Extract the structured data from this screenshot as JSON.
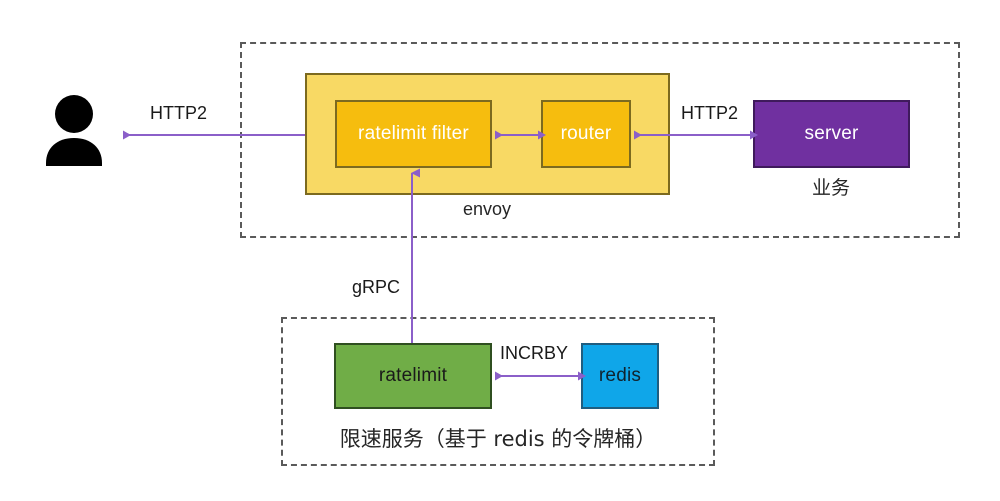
{
  "diagram": {
    "title_nodes": {
      "envoy_group_label": "envoy",
      "server_group_label": "业务",
      "ratelimit_group_label": "限速服务（基于 redis 的令牌桶）"
    },
    "nodes": [
      {
        "id": "user",
        "label": "",
        "icon": "user-person-icon",
        "color": "#000000"
      },
      {
        "id": "envoy",
        "label": "envoy",
        "color": "#F8D964"
      },
      {
        "id": "ratelimit-filter",
        "label": "ratelimit filter",
        "color": "#F6BD0E",
        "text_color": "#ffffff"
      },
      {
        "id": "router",
        "label": "router",
        "color": "#F6BD0E",
        "text_color": "#ffffff"
      },
      {
        "id": "server",
        "label": "server",
        "color": "#7030A0",
        "text_color": "#ffffff"
      },
      {
        "id": "ratelimit",
        "label": "ratelimit",
        "color": "#70AD47",
        "text_color": "#1a1a1a"
      },
      {
        "id": "redis",
        "label": "redis",
        "color": "#0FA6E9",
        "text_color": "#10232e"
      }
    ],
    "edges": [
      {
        "id": "user-envoy",
        "label": "HTTP2",
        "from": "envoy",
        "to": "user",
        "direction": "left",
        "color": "#8B5FC9"
      },
      {
        "id": "filter-router",
        "label": "",
        "from": "ratelimit-filter",
        "to": "router",
        "direction": "both",
        "color": "#8B5FC9"
      },
      {
        "id": "router-server",
        "label": "HTTP2",
        "from": "router",
        "to": "server",
        "direction": "both",
        "color": "#8B5FC9"
      },
      {
        "id": "ratelimit-filter-grpc",
        "label": "gRPC",
        "from": "ratelimit",
        "to": "ratelimit-filter",
        "direction": "up",
        "color": "#8B5FC9"
      },
      {
        "id": "ratelimit-redis",
        "label": "INCRBY",
        "from": "ratelimit",
        "to": "redis",
        "direction": "both",
        "color": "#8B5FC9"
      }
    ],
    "colors": {
      "arrow": "#8B5FC9",
      "dashed_border": "#5a5a5a",
      "envoy_outer": "#F8D964",
      "envoy_inner": "#F6BD0E",
      "server": "#7030A0",
      "ratelimit": "#70AD47",
      "redis": "#0FA6E9",
      "background": "#ffffff"
    }
  }
}
